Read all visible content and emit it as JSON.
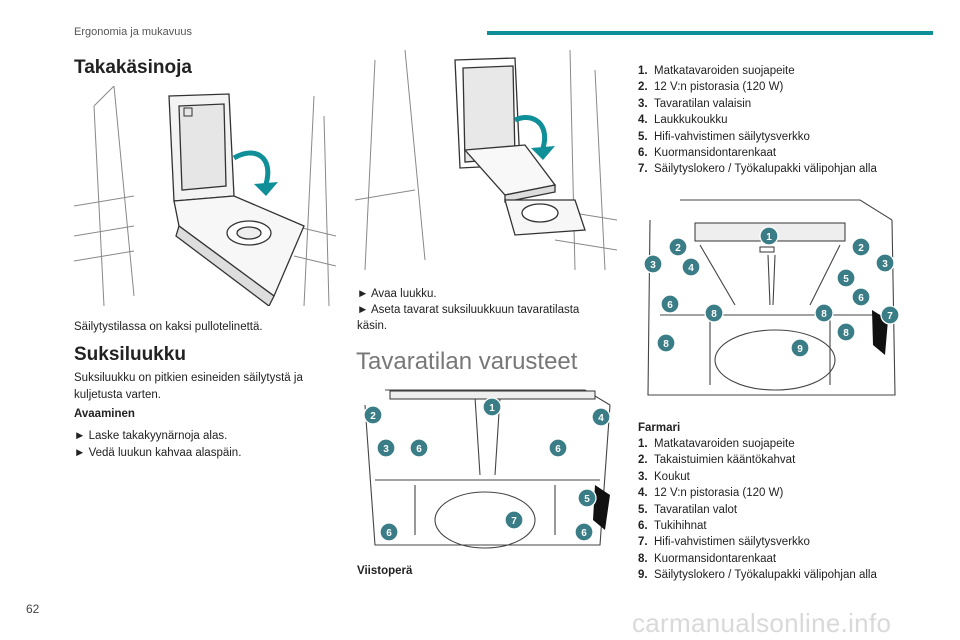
{
  "header": {
    "section": "Ergonomia ja mukavuus",
    "accent": "#0f8f98"
  },
  "page_number": "62",
  "watermark": "carmanualsonline.info",
  "col1": {
    "title": "Takakäsinoja",
    "caption": "Säilytystilassa on kaksi pullotelinettä.",
    "subtitle": "Suksiluukku",
    "intro_1": "Suksiluukku on pitkien esineiden säilytystä ja",
    "intro_2": "kuljetusta varten.",
    "opening_title": "Avaaminen",
    "steps": [
      "► Laske takakyynärnoja alas.",
      "► Vedä luukun kahvaa alaspäin."
    ]
  },
  "col2": {
    "step_1": "► Avaa luukku.",
    "step_2a": "► Aseta tavarat suksiluukkuun tavaratilasta",
    "step_2b": "käsin.",
    "section_title": "Tavaratilan varusteet",
    "figure_label": "Viistoperä",
    "callouts": [
      "1",
      "2",
      "3",
      "4",
      "5",
      "6",
      "7"
    ]
  },
  "col3": {
    "list_a": [
      {
        "n": "1.",
        "t": "Matkatavaroiden suojapeite"
      },
      {
        "n": "2.",
        "t": "12 V:n pistorasia (120 W)"
      },
      {
        "n": "3.",
        "t": "Tavaratilan valaisin"
      },
      {
        "n": "4.",
        "t": "Laukkukoukku"
      },
      {
        "n": "5.",
        "t": "Hifi-vahvistimen säilytysverkko"
      },
      {
        "n": "6.",
        "t": "Kuormansidontarenkaat"
      },
      {
        "n": "7.",
        "t": "Säilytyslokero / Työkalupakki välipohjan alla"
      }
    ],
    "subtitle": "Farmari",
    "list_b": [
      {
        "n": "1.",
        "t": "Matkatavaroiden suojapeite"
      },
      {
        "n": "2.",
        "t": "Takaistuimien kääntökahvat"
      },
      {
        "n": "3.",
        "t": "Koukut"
      },
      {
        "n": "4.",
        "t": "12 V:n pistorasia (120 W)"
      },
      {
        "n": "5.",
        "t": "Tavaratilan valot"
      },
      {
        "n": "6.",
        "t": "Tukihihnat"
      },
      {
        "n": "7.",
        "t": "Hifi-vahvistimen säilytysverkko"
      },
      {
        "n": "8.",
        "t": "Kuormansidontarenkaat"
      },
      {
        "n": "9.",
        "t": "Säilytyslokero / Työkalupakki välipohjan alla"
      }
    ],
    "callouts": [
      "1",
      "2",
      "2",
      "3",
      "3",
      "4",
      "5",
      "6",
      "6",
      "7",
      "8",
      "8",
      "8",
      "9"
    ]
  }
}
